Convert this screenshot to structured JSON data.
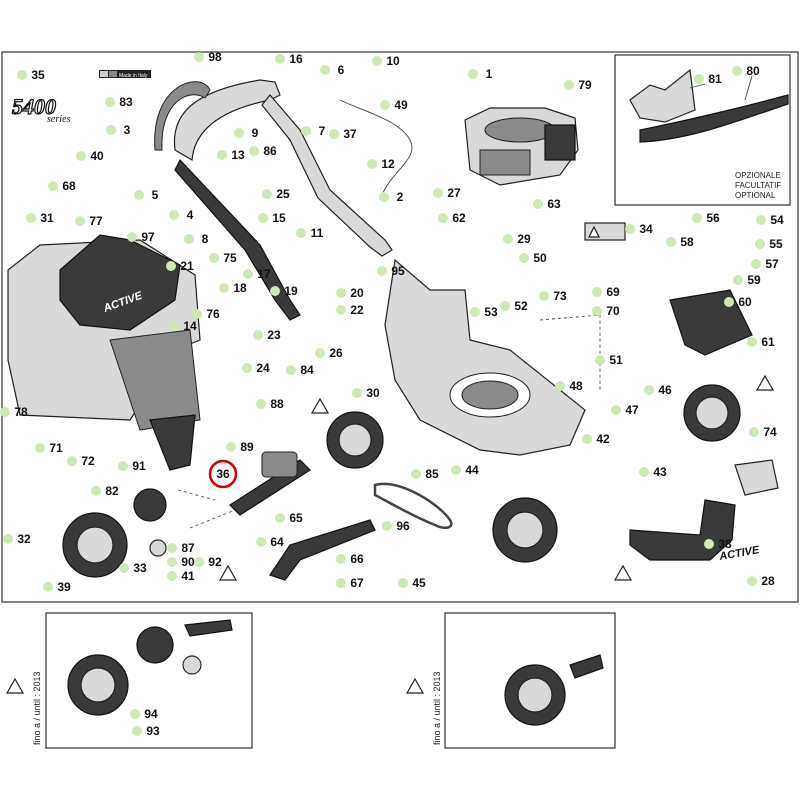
{
  "header": {
    "model_label": "5400",
    "series_label": "series",
    "made_in_label": "Made in Italy"
  },
  "optional_box": {
    "line1": "OPZIONALE",
    "line2": "FACULTATIF",
    "line3": "OPTIONAL"
  },
  "brand_labels": {
    "grass_box": "ACTIVE",
    "handle": "ACTIVE"
  },
  "insets": {
    "left_label": "fino a / until : 2013",
    "right_label": "fino a / until : 2013"
  },
  "colors": {
    "callout_highlight": "#cfe8b8",
    "selected_ring": "#d40000",
    "line": "#222222"
  },
  "selected_part": "36",
  "callouts_main": [
    "1",
    "2",
    "3",
    "4",
    "5",
    "6",
    "7",
    "8",
    "9",
    "10",
    "11",
    "12",
    "13",
    "14",
    "15",
    "16",
    "17",
    "18",
    "19",
    "20",
    "21",
    "22",
    "23",
    "24",
    "25",
    "26",
    "27",
    "28",
    "29",
    "30",
    "31",
    "32",
    "33",
    "34",
    "35",
    "36",
    "37",
    "38",
    "39",
    "40",
    "41",
    "42",
    "43",
    "44",
    "45",
    "46",
    "47",
    "48",
    "49",
    "50",
    "51",
    "52",
    "53",
    "54",
    "55",
    "56",
    "57",
    "58",
    "59",
    "60",
    "61",
    "62",
    "63",
    "64",
    "65",
    "66",
    "67",
    "68",
    "69",
    "70",
    "71",
    "72",
    "73",
    "74",
    "75",
    "76",
    "77",
    "78",
    "79",
    "80",
    "81",
    "82",
    "83",
    "84",
    "85",
    "86",
    "87",
    "88",
    "89",
    "90",
    "91",
    "92",
    "93",
    "94",
    "95",
    "96",
    "97",
    "98"
  ]
}
